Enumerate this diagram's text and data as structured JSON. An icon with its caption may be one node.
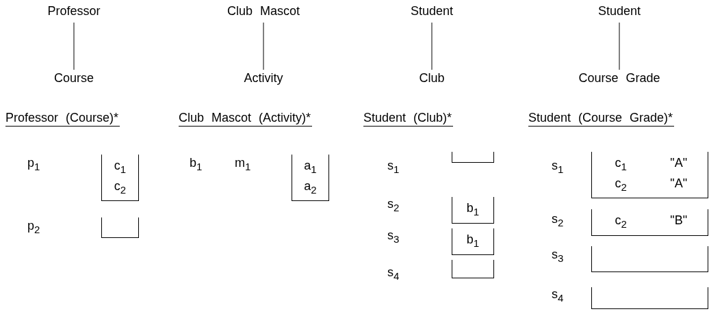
{
  "diagram": {
    "nodes": [
      {
        "text": [
          "Professor"
        ]
      },
      {
        "text": [
          "Course"
        ]
      },
      {
        "text": [
          "Club Mascot"
        ]
      },
      {
        "text": [
          "Activity"
        ]
      },
      {
        "text": [
          "Student"
        ]
      },
      {
        "text": [
          "Club"
        ]
      },
      {
        "text": [
          "Student"
        ]
      },
      {
        "text": [
          "Course Grade"
        ]
      },
      {
        "text": [
          "c$_{1}$",
          "c$_{2}$"
        ]
      },
      {
        "text": [],
        "shape": "box"
      },
      {
        "text": [
          "a$_{1}$",
          "a$_{2}$"
        ]
      },
      {
        "text": [],
        "shape": "box"
      },
      {
        "text": [
          "b$_{1}$"
        ]
      },
      {
        "text": [
          "b$_{1}$"
        ]
      },
      {
        "text": [],
        "shape": "box"
      },
      {
        "text": [
          "c$_{1}$",
          "\"A\"",
          "c$_{2}$",
          "\"A\""
        ]
      },
      {
        "text": [
          "c$_{2}$",
          "\"B\""
        ]
      },
      {
        "text": [],
        "shape": "box"
      },
      {
        "text": [],
        "shape": "box"
      }
    ],
    "edges": [
      {
        "from": 0,
        "to": 1,
        "arrow": "none"
      },
      {
        "from": 2,
        "to": 3,
        "arrow": "none"
      },
      {
        "from": 4,
        "to": 5,
        "arrow": "none"
      },
      {
        "from": 6,
        "to": 7,
        "arrow": "none"
      }
    ],
    "labels": [
      "Professor (Course)*",
      "p$_{1}$",
      "p$_{2}$",
      "Club Mascot (Activity)*",
      "b$_{1}$",
      "m$_{1}$",
      "Student (Club)*",
      "s$_{1}$",
      "s$_{2}$",
      "s$_{3}$",
      "s$_{4}$",
      "Student (Course Grade)*",
      "s$_{1}$",
      "s$_{2}$",
      "s$_{3}$",
      "s$_{4}$"
    ]
  }
}
